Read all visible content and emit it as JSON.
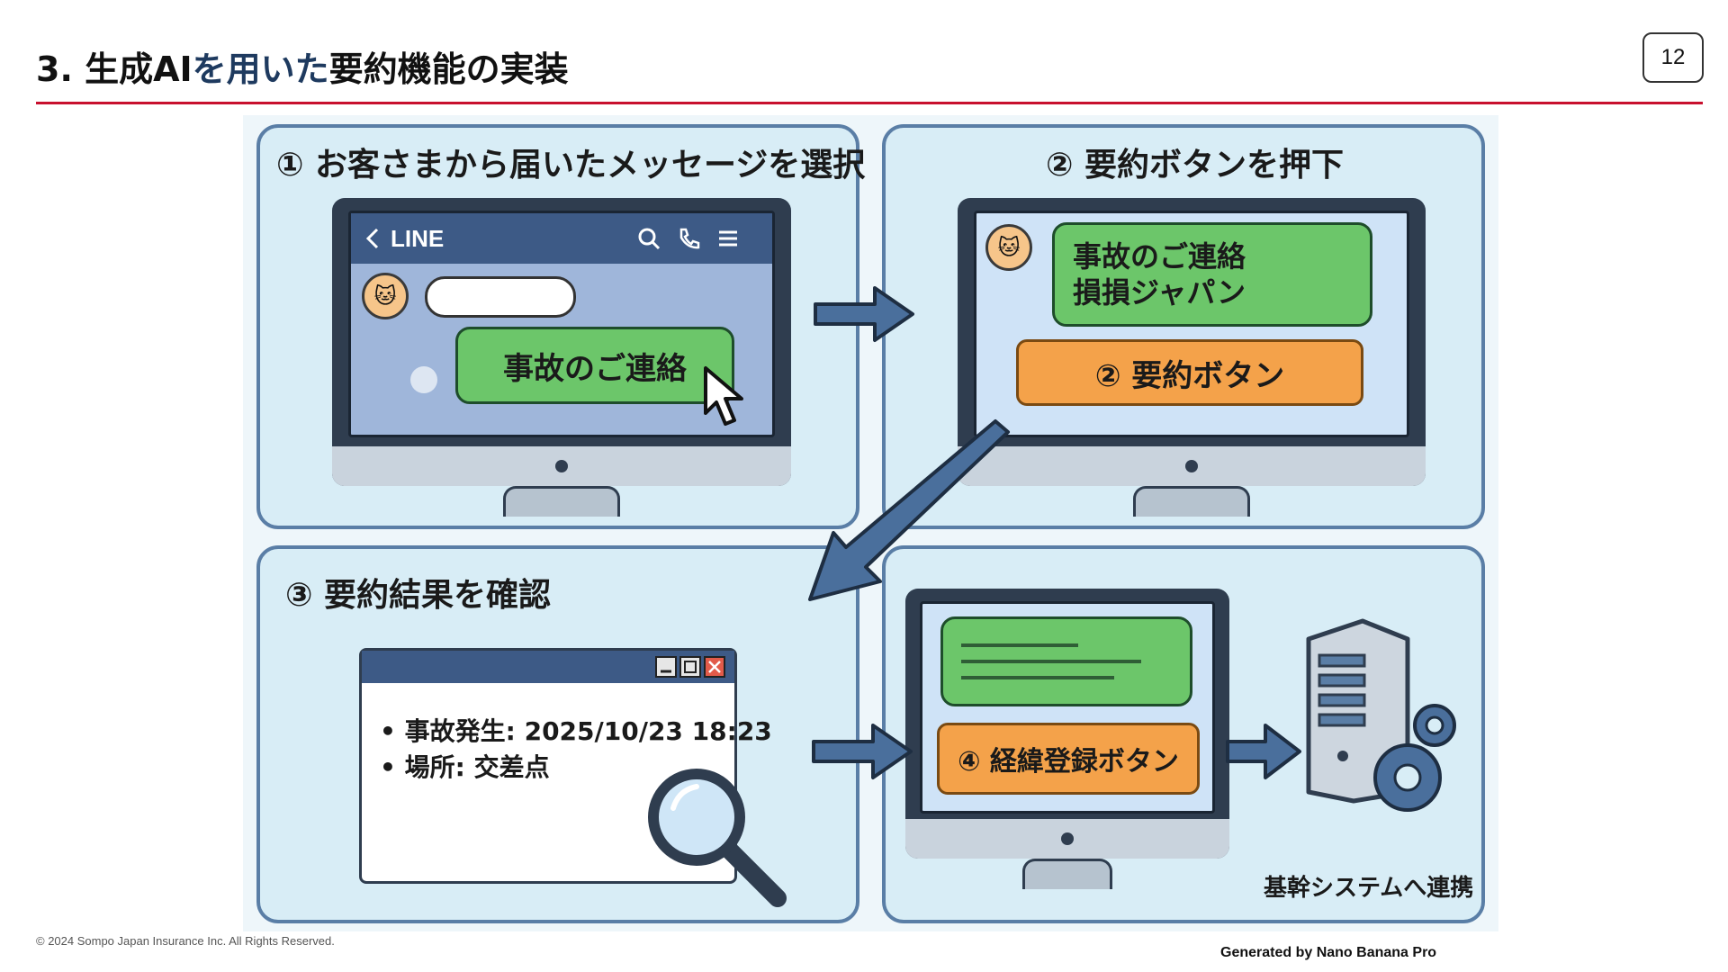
{
  "slide": {
    "title_prefix": "3. 生成AI",
    "title_accent": "を用いた",
    "title_suffix": "要約機能の実装",
    "page_number": "12"
  },
  "panels": {
    "step1": {
      "title": "① お客さまから届いたメッセージを選択",
      "app_name": "LINE",
      "message": "事故のご連絡"
    },
    "step2": {
      "title": "② 要約ボタンを押下",
      "message_line1": "事故のご連絡",
      "message_line2": "損損ジャパン",
      "button": "② 要約ボタン"
    },
    "step3": {
      "title": "③ 要約結果を確認",
      "summary_line1": "• 事故発生: 2025/10/23 18:23",
      "summary_line2": "• 場所: 交差点"
    },
    "step4": {
      "button": "④ 経緯登録ボタン",
      "caption": "基幹システムへ連携"
    }
  },
  "footer": {
    "copyright": "© 2024 Sompo Japan Insurance Inc. All Rights Reserved.",
    "generated_by": "Generated by Nano Banana Pro"
  },
  "colors": {
    "accent_rule": "#c8102e",
    "panel_bg": "#d8edf6",
    "bubble_green": "#6cc66a",
    "button_orange": "#f4a24a",
    "arrow_blue": "#4a6f9c"
  },
  "icons": [
    "back-chevron-icon",
    "search-icon",
    "phone-icon",
    "menu-icon",
    "cursor-icon",
    "cat-avatar-icon",
    "magnifier-icon",
    "server-icon",
    "gear-icon",
    "arrow-icon",
    "window-controls-icon"
  ]
}
